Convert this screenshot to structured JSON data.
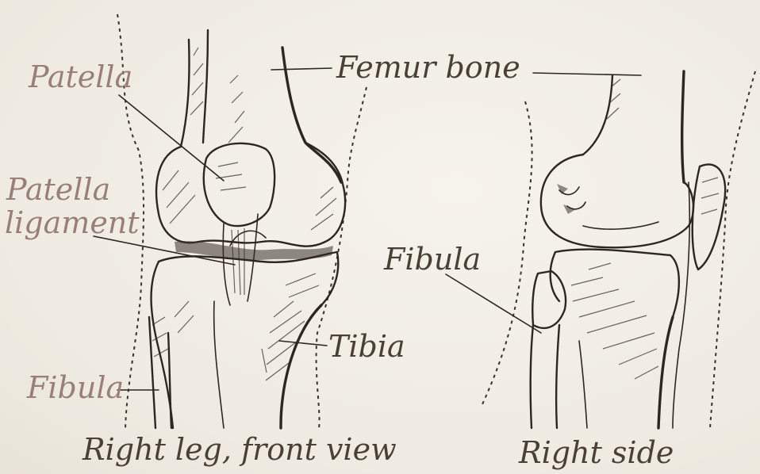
{
  "labels": {
    "patella": "Patella",
    "patella_ligament_line1": "Patella",
    "patella_ligament_line2": "ligament",
    "femur_bone": "Femur bone",
    "fibula_right": "Fibula",
    "tibia": "Tibia",
    "fibula_left": "Fibula",
    "caption_front": "Right leg, front view",
    "caption_side": "Right side"
  },
  "colors": {
    "ink": "#2e2620",
    "label_ink": "#4b4036",
    "faded_label": "#9a7f78",
    "paper": "#f2efe8"
  }
}
